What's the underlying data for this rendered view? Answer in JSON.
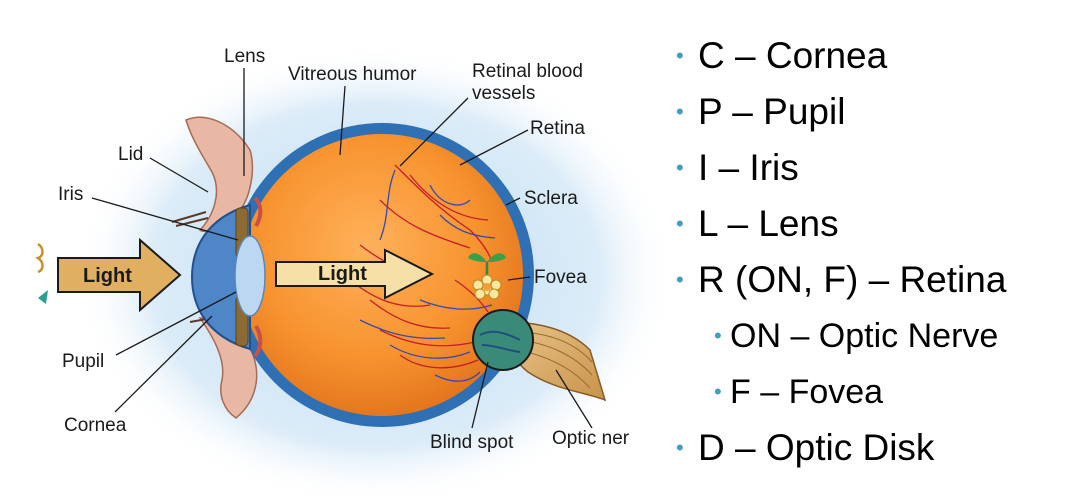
{
  "diagram": {
    "labels": {
      "lens": "Lens",
      "vitreous": "Vitreous humor",
      "vessels_1": "Retinal blood",
      "vessels_2": "vessels",
      "retina": "Retina",
      "lid": "Lid",
      "iris": "Iris",
      "sclera": "Sclera",
      "fovea": "Fovea",
      "pupil": "Pupil",
      "cornea": "Cornea",
      "blind_spot": "Blind spot",
      "optic_nerve": "Optic ner"
    },
    "light_in": "Light",
    "light_inside": "Light"
  },
  "key": {
    "items": [
      {
        "text": "C – Cornea",
        "level": 1
      },
      {
        "text": "P – Pupil",
        "level": 1
      },
      {
        "text": "I –  Iris",
        "level": 1
      },
      {
        "text": "L – Lens",
        "level": 1
      },
      {
        "text": "R (ON, F) – Retina",
        "level": 1
      },
      {
        "text": "ON – Optic Nerve",
        "level": 2
      },
      {
        "text": "F – Fovea",
        "level": 2
      },
      {
        "text": "D – Optic Disk",
        "level": 1
      }
    ],
    "bullet_glyph": "•",
    "bullet_color": "#3d9fc6"
  },
  "colors": {
    "eyeball": "#f28c28",
    "sclera": "#2f6fb3",
    "halo": "#cfe6f7",
    "arrow": "#e0b060"
  }
}
